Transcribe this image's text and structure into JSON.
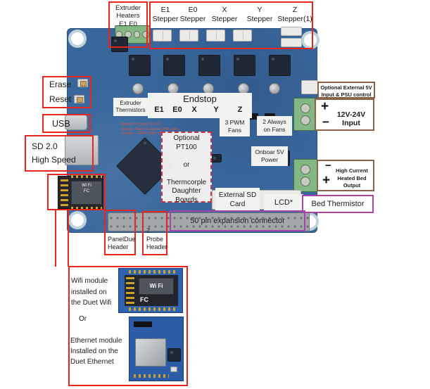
{
  "top": {
    "extruder_heaters": "Extruder\nHeaters\nE1   E0",
    "steppers": [
      "E1\nStepper",
      "E0\nStepper",
      "X\nStepper",
      "Y\nStepper",
      "Z\nStepper(1)"
    ]
  },
  "left": {
    "erase": "Erase",
    "reset": "Reset",
    "usb": "USB",
    "sd": "SD 2.0\nHigh Speed"
  },
  "center": {
    "extruder_thermistors": "Extruder\nThermistors",
    "endstop_title": "Endstop",
    "endstop_pins": [
      "E1",
      "E0",
      "X",
      "Y",
      "Z"
    ],
    "pwm_fans": "3 PWM\nFans",
    "always_on_fans": "2 Always\non Fans",
    "onboard_5v": "Onboar 5V\nPower",
    "daughter_boards": "Optional\nPT100\n\nor\n\nThermcorple\nDaughter\nBoards",
    "external_sd": "External SD\nCard",
    "lcd": "LCD*",
    "expansion": "50 pin expansion connector",
    "silkscreen": "Based On Duet2 V1.03\nDesign: David Crocker/T3P3 Jack\nLicence: CERN OSH V1.2"
  },
  "right": {
    "optional_5v": "Optional External 5V\nInput & PSU control",
    "power_input": "12V-24V Input",
    "heated_bed": "High Current\nHeated Bed Output",
    "bed_thermistor": "Bed Thermistor",
    "plus": "+",
    "minus": "−"
  },
  "bottom": {
    "paneldue": "PanelDue\nHeader",
    "zprobe": "Z Probe\nHeader",
    "wifi_note": "Wifi module\ninstalled on\nthe Duet Wifi",
    "or": "Or",
    "ethernet_note": "Ethernet module\nInstalled on the\nDuet Ethernet",
    "wifi_logo": "Wi Fi",
    "fcc": "FC"
  },
  "colors": {
    "annotation_red": "#e8251f",
    "annotation_brown": "#8a6248",
    "annotation_purple": "#a844a8",
    "board_blue": "#39679c",
    "label_bg": "#f2f2f0"
  }
}
